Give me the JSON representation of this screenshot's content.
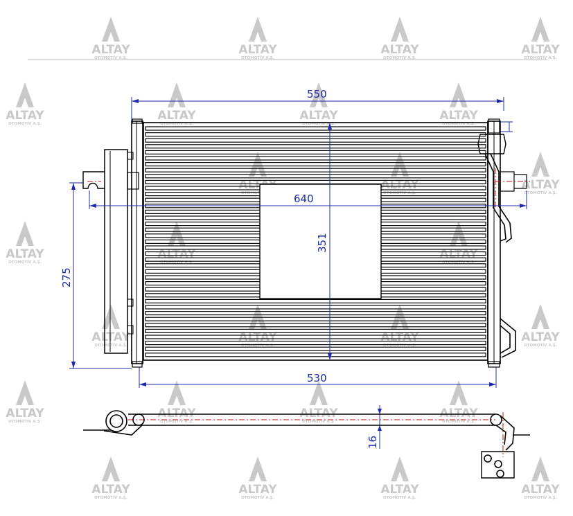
{
  "drawing": {
    "dimensions": {
      "overall_width": "550",
      "bracket_width": "640",
      "core_height": "351",
      "side_height": "275",
      "tube_width": "530",
      "thickness": "16"
    }
  },
  "watermark": {
    "brand": "ALTAY",
    "subtitle": "OTOMOTİV A.Ş."
  },
  "colors": {
    "outline": "#000000",
    "dimension": "#1e2aa8",
    "centerline": "#cc1111",
    "watermark": "#c9c9c9"
  }
}
